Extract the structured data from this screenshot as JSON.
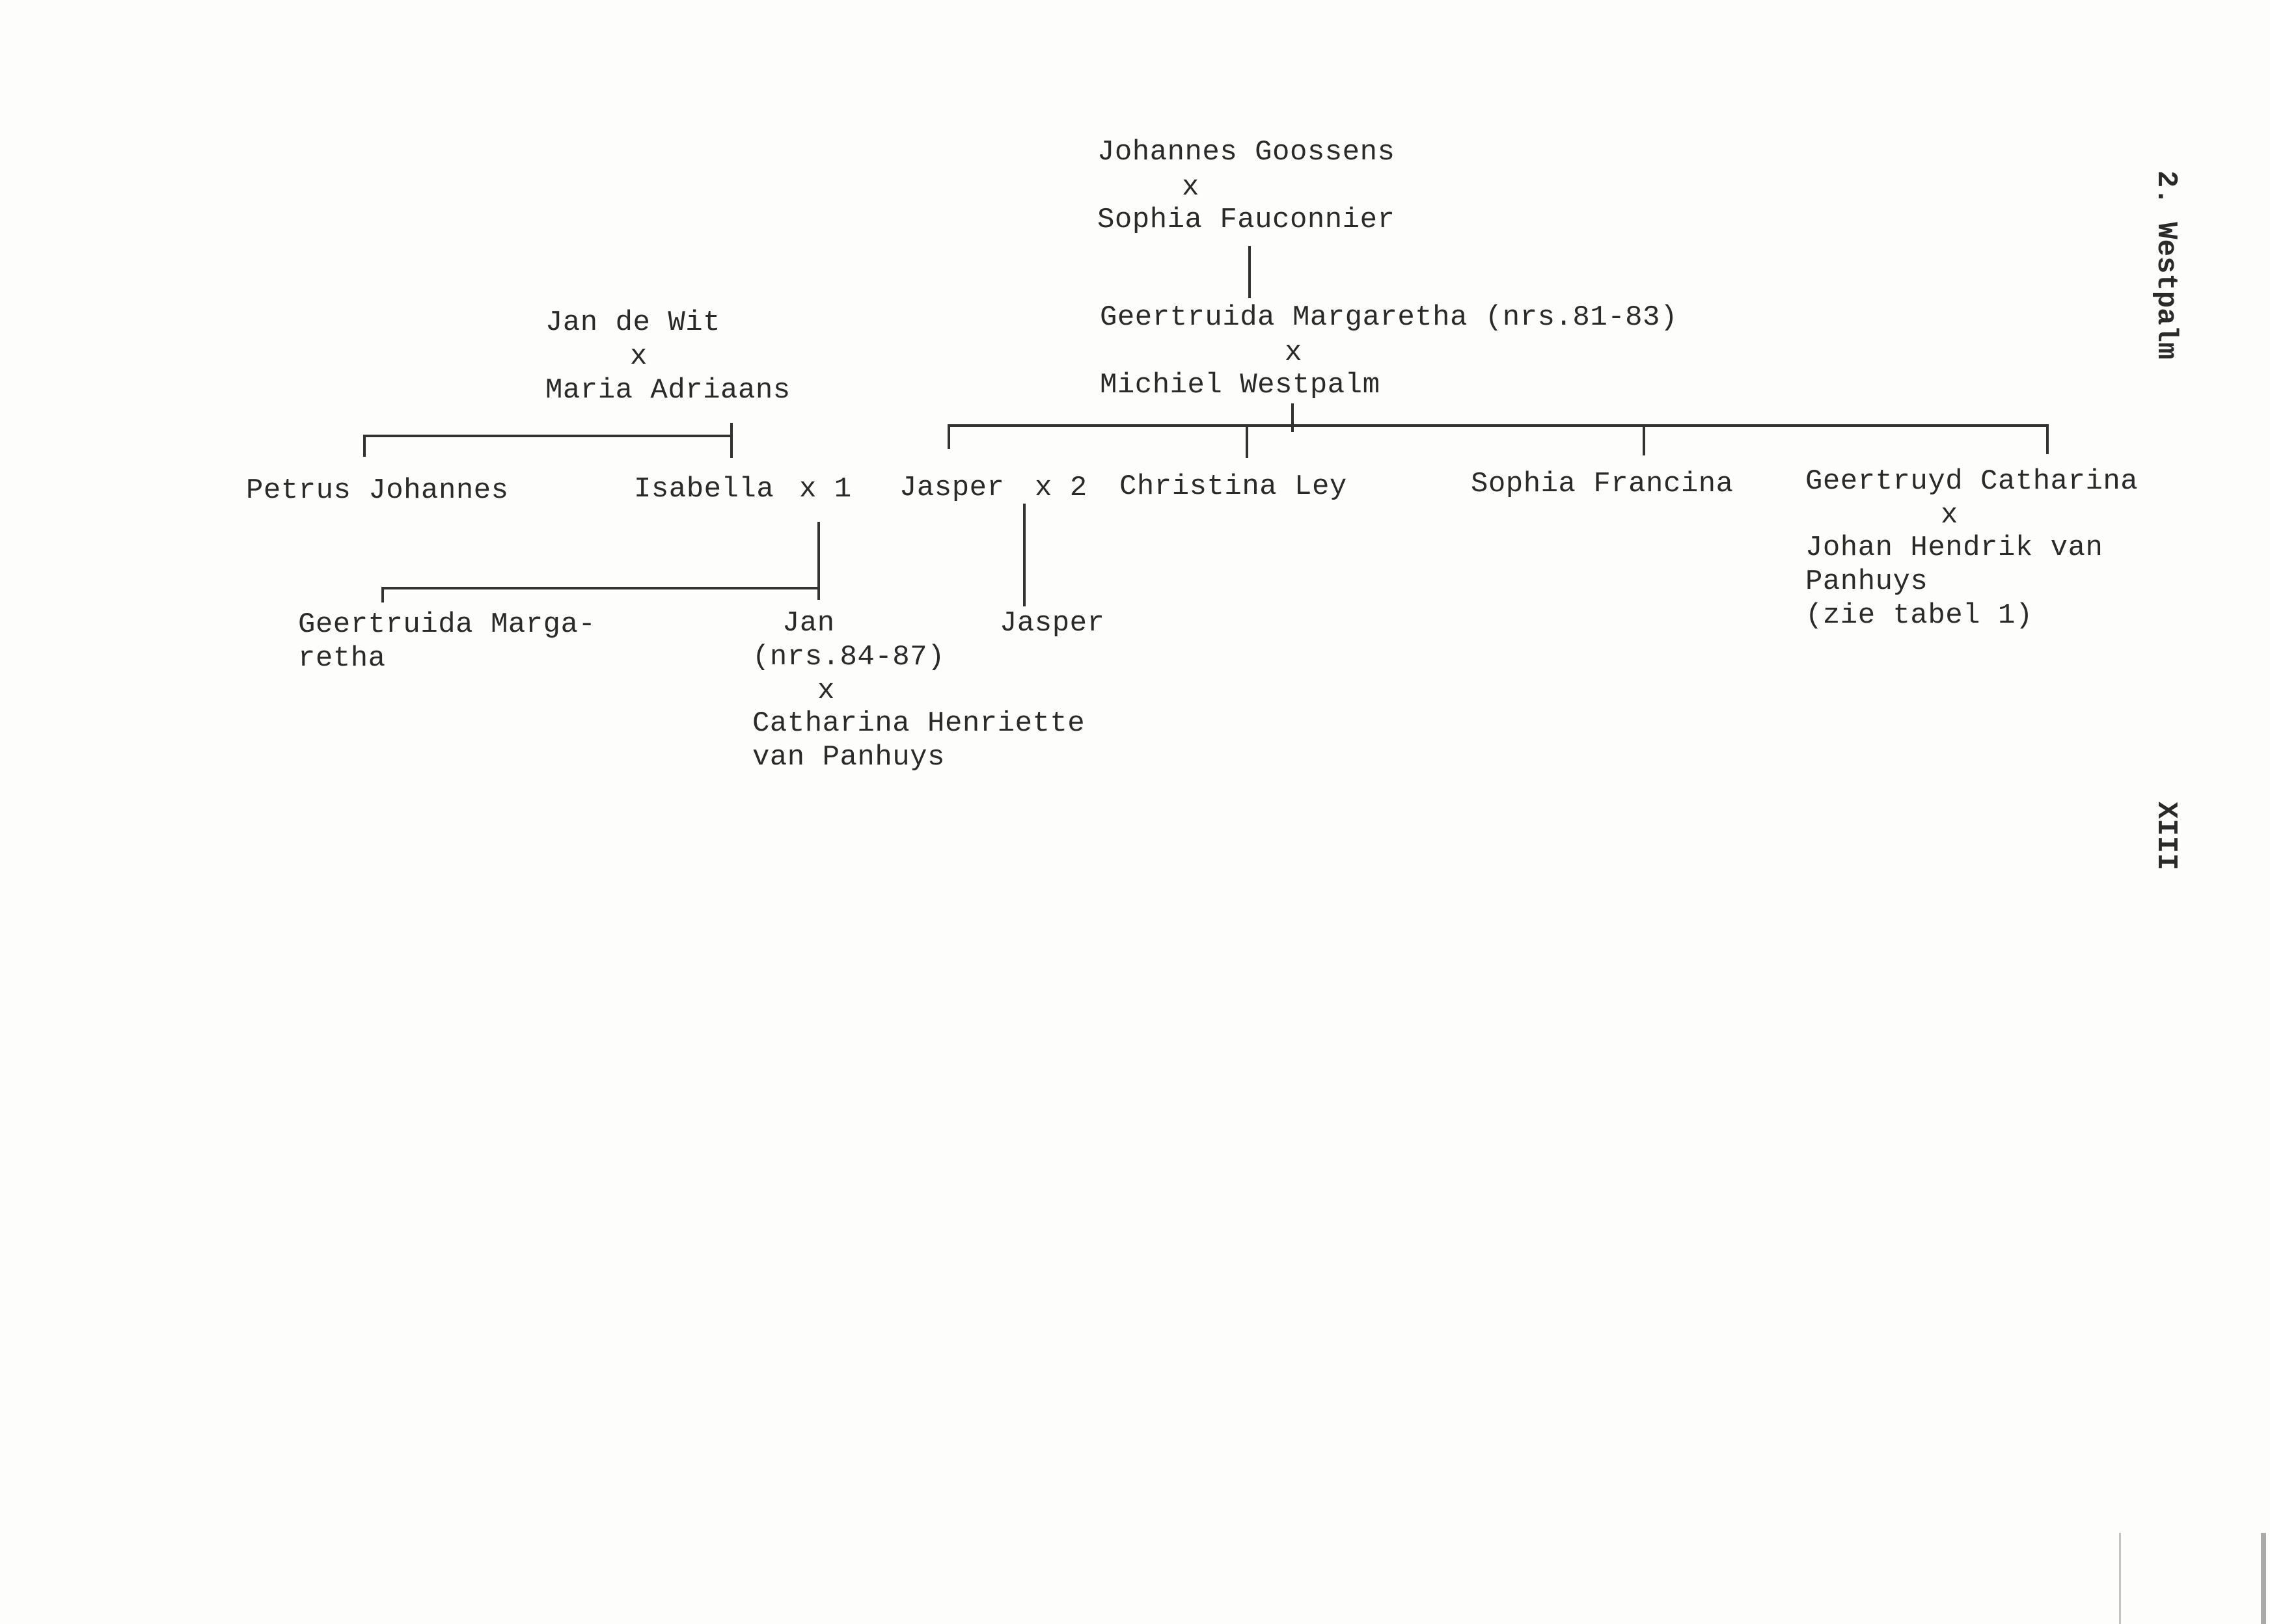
{
  "header": {
    "section": "2. Westpalm",
    "table_number": "XIII"
  },
  "people": {
    "johannes_goossens": "Johannes Goossens",
    "x_goossens": "x",
    "sophia_fauconnier": "Sophia Fauconnier",
    "geertruida_margaretha": "Geertruida Margaretha (nrs.81-83)",
    "x_westpalm": "x",
    "michiel_westpalm": "Michiel Westpalm",
    "jan_de_wit": "Jan de Wit",
    "x_de_wit": "x",
    "maria_adriaans": "Maria Adriaans",
    "petrus_johannes": "Petrus Johannes",
    "isabella": "Isabella",
    "x1": "x 1",
    "jasper": "Jasper",
    "x2": "x 2",
    "christina_ley": "Christina Ley",
    "sophia_francina": "Sophia Francina",
    "geertruyd_catharina": "Geertruyd Catharina",
    "x_panhuys": "x",
    "johan_hendrik_line1": "Johan Hendrik van",
    "johan_hendrik_line2": "Panhuys",
    "zie_tabel": "(zie tabel 1)",
    "geertruida_marga_line1": "Geertruida Marga-",
    "geertruida_marga_line2": "retha",
    "jan": "Jan",
    "jan_nrs": "(nrs.84-87)",
    "x_jan": "x",
    "catharina_henriette_line1": "Catharina Henriette",
    "catharina_henriette_line2": "van Panhuys",
    "jasper_child": "Jasper"
  }
}
